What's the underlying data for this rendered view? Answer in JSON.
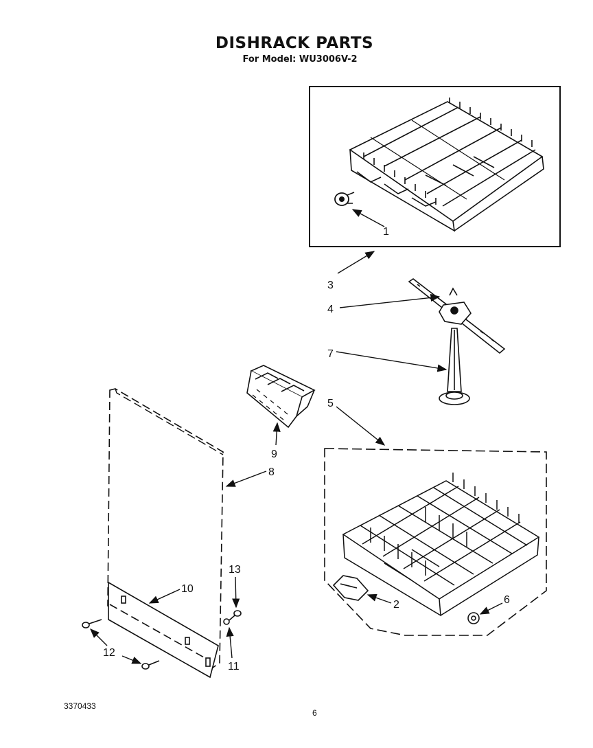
{
  "title": "DISHRACK PARTS",
  "subtitle": "For Model: WU3006V-2",
  "doc_number": "3370433",
  "page_number": "6",
  "callouts": {
    "c1": "1",
    "c2": "2",
    "c3": "3",
    "c4": "4",
    "c5": "5",
    "c6": "6",
    "c7": "7",
    "c8": "8",
    "c9": "9",
    "c10": "10",
    "c11": "11",
    "c12": "12",
    "c13": "13"
  },
  "colors": {
    "ink": "#111111",
    "paper": "#ffffff"
  }
}
